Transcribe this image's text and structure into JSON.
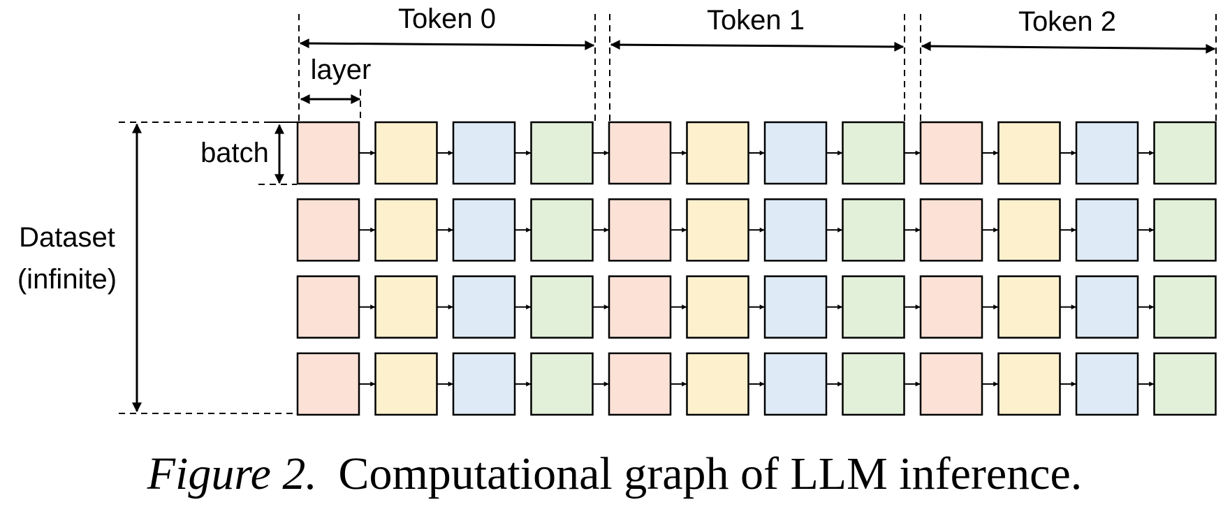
{
  "tokens": [
    "Token 0",
    "Token 1",
    "Token 2"
  ],
  "labels": {
    "layer": "layer",
    "batch": "batch",
    "dataset_line1": "Dataset",
    "dataset_line2": "(infinite)"
  },
  "caption": {
    "figure": "Figure 2.",
    "text": "Computational graph of LLM inference."
  },
  "grid": {
    "rows": 4,
    "layers_per_token": 4,
    "layer_colors": [
      "#fbe1d6",
      "#fdf1cd",
      "#deeaf6",
      "#e2efd9"
    ],
    "stroke": "#000000"
  }
}
